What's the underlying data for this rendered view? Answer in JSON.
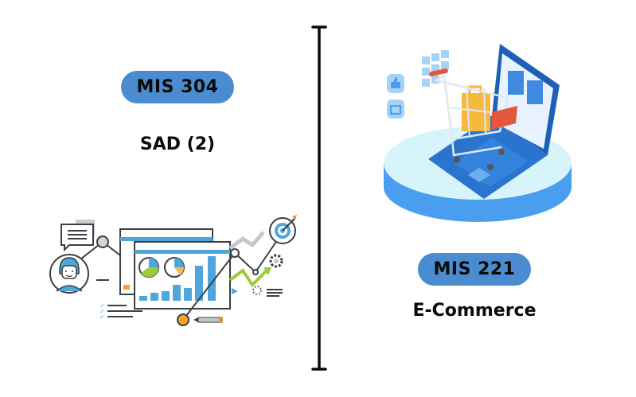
{
  "left_course": {
    "code": "MIS 304",
    "title": "SAD (2)",
    "illustration": "analytics-dashboard-illustration"
  },
  "right_course": {
    "code": "MIS 221",
    "title": "E-Commerce",
    "illustration": "shopping-cart-laptop-illustration"
  },
  "colors": {
    "pill": "#4a8ccf",
    "text": "#0a0a0a",
    "divider": "#0a0a0a"
  },
  "icons": [
    "chat-bubble-icon",
    "user-avatar-icon",
    "pie-chart-icon",
    "bar-chart-icon",
    "target-icon",
    "gear-icon",
    "trend-arrow-icon",
    "pencil-icon",
    "checklist-icon",
    "shopping-cart-icon",
    "laptop-icon",
    "thumbs-up-icon",
    "shopping-bag-icon"
  ]
}
